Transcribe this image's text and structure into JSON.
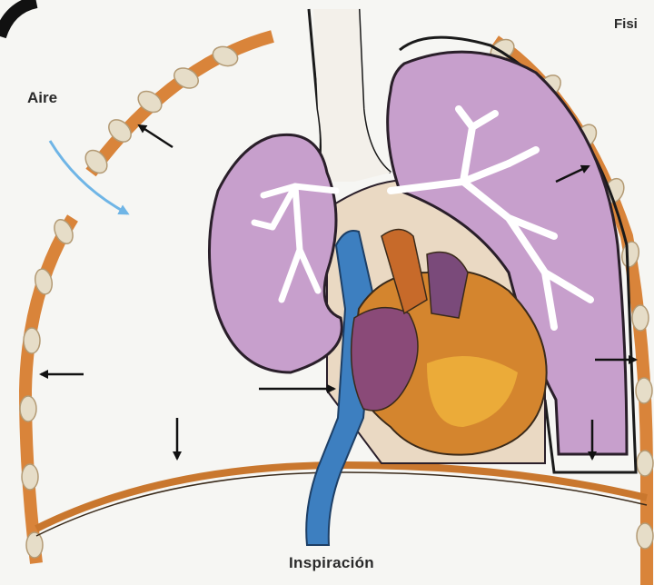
{
  "labels": {
    "aire": "Aire",
    "header_fragment": "Fisi",
    "caption": "Inspiración"
  },
  "colors": {
    "background": "#f7f7f5",
    "lung": "#c79fcc",
    "lung_outline": "#2a1f2a",
    "chest_wall": "#d9843a",
    "rib": "#e6ddc8",
    "airflow_arrow": "#6fb5e6",
    "vein": "#3d7fc0",
    "heart": "#d4852e",
    "heart_dark": "#8a4a78",
    "mediastinum": "#ead9c3",
    "diaphragm": "#c9772e",
    "arrows": "#111111"
  },
  "icons": [
    "airflow-arrow-icon",
    "pressure-arrow-icon"
  ]
}
